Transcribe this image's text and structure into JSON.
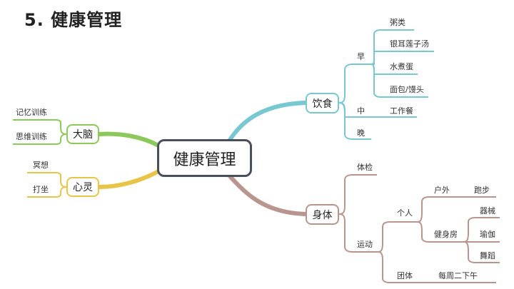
{
  "title": "5. 健康管理",
  "central": "健康管理",
  "colors": {
    "food": "#79c7d1",
    "body": "#b8968f",
    "brain": "#8dc95a",
    "heart": "#e8c548",
    "central_border": "#4a4f5c"
  },
  "food": {
    "label": "饮食",
    "breakfast": {
      "label": "早",
      "items": [
        "粥类",
        "银耳莲子汤",
        "水煮蛋",
        "面包/馒头"
      ]
    },
    "lunch": {
      "label": "中",
      "items": [
        "工作餐"
      ]
    },
    "dinner": {
      "label": "晚"
    }
  },
  "body": {
    "label": "身体",
    "checkup": "体检",
    "exercise": {
      "label": "运动",
      "personal": {
        "label": "个人",
        "outdoor": {
          "label": "户外",
          "item": "跑步"
        },
        "gym": {
          "label": "健身房",
          "items": [
            "器械",
            "瑜伽",
            "舞蹈"
          ]
        }
      },
      "group": {
        "label": "团体",
        "item": "每周二下午"
      }
    }
  },
  "brain": {
    "label": "大脑",
    "items": [
      "记忆训练",
      "思维训练"
    ]
  },
  "heart": {
    "label": "心灵",
    "items": [
      "冥想",
      "打坐"
    ]
  }
}
